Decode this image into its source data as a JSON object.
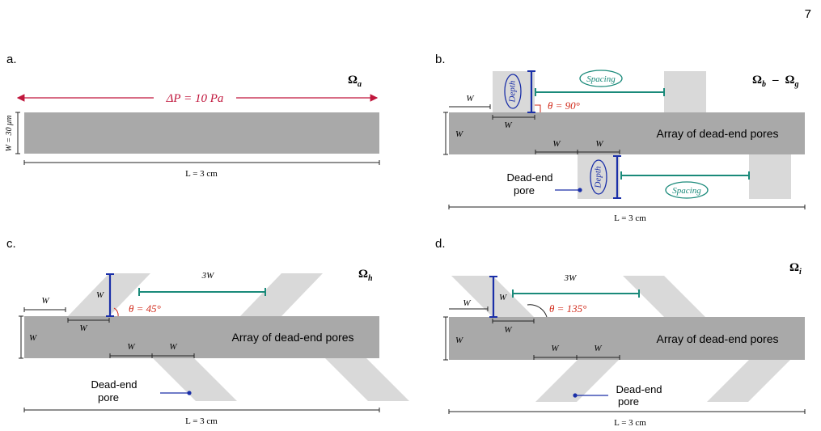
{
  "page_number": "7",
  "panels": {
    "a": {
      "letter": "a.",
      "domain": "Ω",
      "domain_sub": "a",
      "pressure": "ΔP = 10 Pa",
      "width": "W = 30 μm",
      "length": "L = 3 cm"
    },
    "b": {
      "letter": "b.",
      "domain": "Ω",
      "domain_sub_1": "b",
      "dash": "–",
      "domain_sub_2": "g",
      "depth": "Depth",
      "spacing": "Spacing",
      "angle": "θ = 90°",
      "w": "W",
      "array_label": "Array of dead-end pores",
      "dead_end_line1": "Dead-end",
      "dead_end_line2": "pore",
      "length": "L = 3 cm"
    },
    "c": {
      "letter": "c.",
      "domain": "Ω",
      "domain_sub": "h",
      "spacing": "3W",
      "angle": "θ = 45°",
      "w": "W",
      "array_label": "Array of dead-end pores",
      "dead_end_line1": "Dead-end",
      "dead_end_line2": "pore",
      "length": "L = 3 cm"
    },
    "d": {
      "letter": "d.",
      "domain": "Ω",
      "domain_sub": "i",
      "spacing": "3W",
      "angle": "θ = 135°",
      "w": "W",
      "array_label": "Array of dead-end pores",
      "dead_end_line1": "Dead-end",
      "dead_end_line2": "pore",
      "length": "L = 3 cm"
    }
  },
  "colors": {
    "channel": "#a9a9a9",
    "pore": "#d9d9d9",
    "depth_marker": "#1a2fa8",
    "spacing_marker": "#1a8a7a",
    "pressure_arrow": "#c0163c",
    "angle_text": "#d12a1a",
    "dimension_line": "#222222"
  }
}
